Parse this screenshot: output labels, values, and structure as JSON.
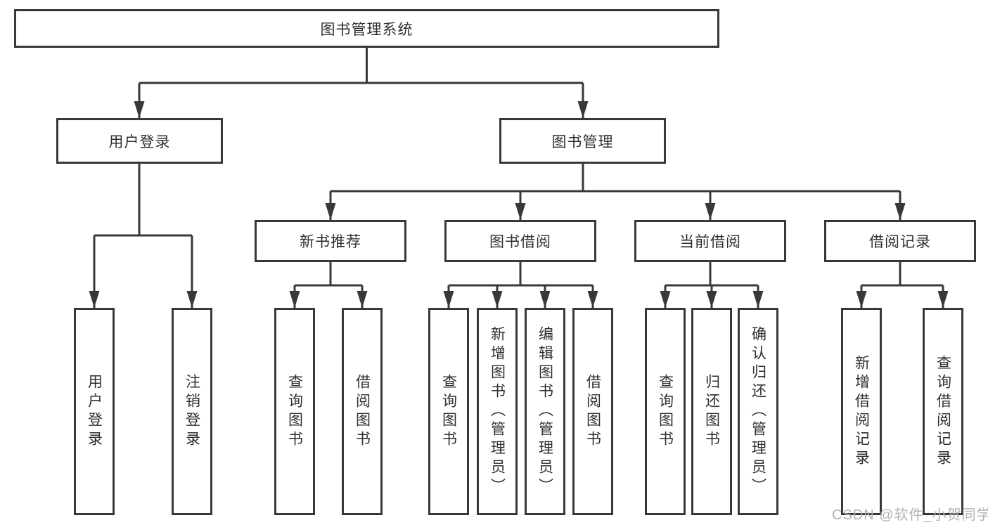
{
  "colors": {
    "line": "#383838",
    "text": "#2f2f2f",
    "box_background": "#ffffff",
    "watermark": "#b3b3b3"
  },
  "tree": {
    "root": {
      "label": "图书管理系统"
    },
    "branches": [
      {
        "label": "用户登录",
        "children": [
          {
            "label": "用户登录"
          },
          {
            "label": "注销登录"
          }
        ]
      },
      {
        "label": "图书管理",
        "children": [
          {
            "label": "新书推荐",
            "children": [
              {
                "label": "查询图书"
              },
              {
                "label": "借阅图书"
              }
            ]
          },
          {
            "label": "图书借阅",
            "children": [
              {
                "label": "查询图书"
              },
              {
                "label": "新增图书（管理员）"
              },
              {
                "label": "编辑图书（管理员）"
              },
              {
                "label": "借阅图书"
              }
            ]
          },
          {
            "label": "当前借阅",
            "children": [
              {
                "label": "查询图书"
              },
              {
                "label": "归还图书"
              },
              {
                "label": "确认归还（管理员）"
              }
            ]
          },
          {
            "label": "借阅记录",
            "children": [
              {
                "label": "新增借阅记录"
              },
              {
                "label": "查询借阅记录"
              }
            ]
          }
        ]
      }
    ]
  },
  "watermark": {
    "text": "CSDN @软件_小贺同学"
  }
}
